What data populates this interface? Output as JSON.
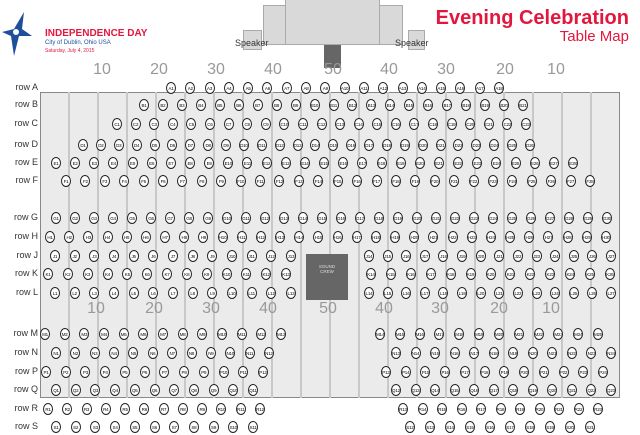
{
  "logo": {
    "title": "INDEPENDENCE DAY",
    "subtitle": "City of Dublin, Ohio USA",
    "date": "Saturday, July 4, 2015"
  },
  "header": {
    "title": "Evening Celebration",
    "subtitle": "Table Map"
  },
  "stage": {
    "speaker_left": "Speaker",
    "speaker_right": "Speaker"
  },
  "sound_crew": {
    "line1": "SOUND",
    "line2": "CREW"
  },
  "colors": {
    "brand_red": "#e3173e",
    "brand_blue": "#1e4f9c",
    "floor": "#ebebeb"
  },
  "top_markers": [
    "10",
    "20",
    "30",
    "40",
    "50",
    "40",
    "30",
    "20",
    "10"
  ],
  "mid_markers": [
    "10",
    "20",
    "30",
    "40",
    "50",
    "40",
    "30",
    "20",
    "10"
  ],
  "rows": [
    {
      "row": "A",
      "label": "row A",
      "left": [
        1,
        18
      ]
    },
    {
      "row": "B",
      "label": "row B",
      "left": [
        1,
        21
      ]
    },
    {
      "row": "C",
      "label": "row C",
      "left": [
        1,
        23
      ]
    },
    {
      "row": "D",
      "label": "row D",
      "left": [
        1,
        26
      ]
    },
    {
      "row": "E",
      "label": "row E",
      "left": [
        1,
        28
      ]
    },
    {
      "row": "F",
      "label": "row F",
      "left": [
        1,
        28
      ]
    },
    {
      "row": "G",
      "label": "row G",
      "left": [
        1,
        30
      ]
    },
    {
      "row": "H",
      "label": "row H",
      "left": [
        1,
        30
      ]
    },
    {
      "row": "J",
      "label": "row J",
      "left": [
        1,
        13
      ],
      "right": [
        14,
        27
      ]
    },
    {
      "row": "K",
      "label": "row K",
      "left": [
        1,
        13
      ],
      "right": [
        14,
        26
      ]
    },
    {
      "row": "L",
      "label": "row L",
      "left": [
        1,
        13
      ],
      "right": [
        14,
        27
      ]
    },
    {
      "row": "M",
      "label": "row M",
      "left": [
        1,
        13
      ],
      "right": [
        14,
        25
      ]
    },
    {
      "row": "N",
      "label": "row N",
      "left": [
        1,
        12
      ],
      "right": [
        13,
        24
      ]
    },
    {
      "row": "P",
      "label": "row P",
      "left": [
        1,
        12
      ],
      "right": [
        13,
        24
      ]
    },
    {
      "row": "Q",
      "label": "row Q",
      "left": [
        1,
        11
      ],
      "right": [
        12,
        23
      ]
    },
    {
      "row": "R",
      "label": "row R",
      "left": [
        1,
        12
      ],
      "right": [
        13,
        23
      ]
    },
    {
      "row": "S",
      "label": "row S",
      "left": [
        1,
        11
      ],
      "right": [
        12,
        21
      ]
    }
  ]
}
